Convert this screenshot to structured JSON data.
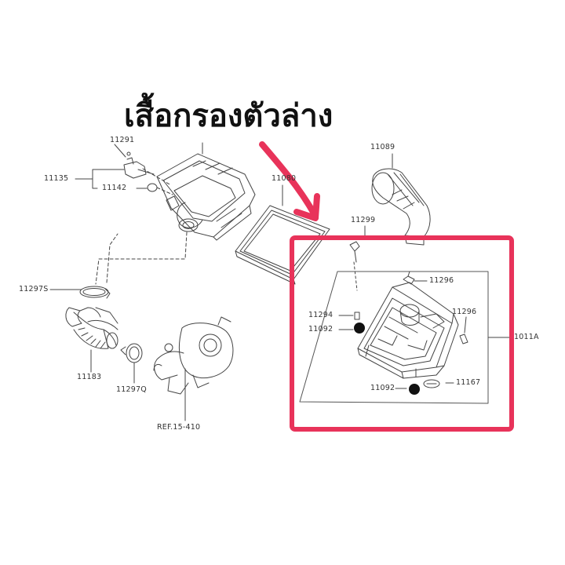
{
  "title": "เสื้อกรองตัวล่าง",
  "colors": {
    "highlight": "#e8335a",
    "line": "#444444"
  },
  "parts": {
    "p11291": "11291",
    "p11135": "11135",
    "p11142": "11142",
    "p11080": "11080",
    "p11089": "11089",
    "p11299": "11299",
    "p11297S": "11297S",
    "p11296a": "11296",
    "p11296b": "11296",
    "p11294": "11294",
    "p11092a": "11092",
    "p11092b": "11092",
    "p1011A": "1011A",
    "p11167": "11167",
    "p11183": "11183",
    "p11297Q": "11297Q",
    "ref": "REF.15-410"
  }
}
